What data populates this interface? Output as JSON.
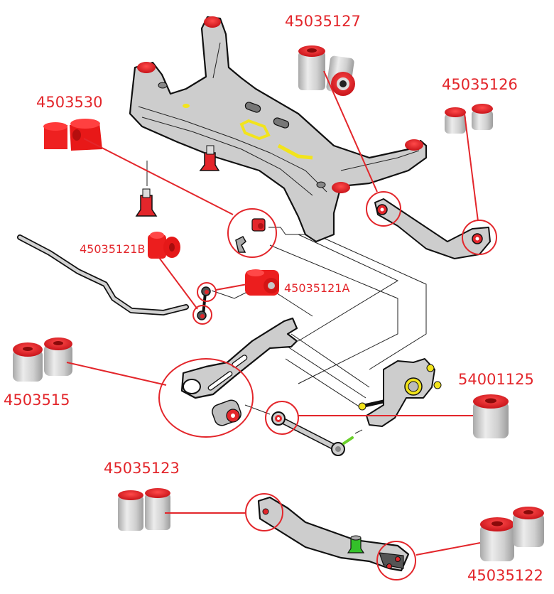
{
  "diagram": {
    "title": "",
    "accent_color": "#e3262b",
    "part_body_color": "#cfcfcf",
    "outline_color": "#111111",
    "highlight_colors": {
      "yellow": "#f2e41c",
      "green": "#34c02a",
      "bushing_red": "#e3262b",
      "metal_shell": "#c9c9c9"
    },
    "components": [
      {
        "id": "subframe",
        "name": "Rear subframe (crossmember)"
      },
      {
        "id": "upper-arm",
        "name": "Rear upper control arm"
      },
      {
        "id": "stabilizer-bar",
        "name": "Rear stabilizer (anti-roll) bar"
      },
      {
        "id": "stabilizer-link",
        "name": "Stabilizer link"
      },
      {
        "id": "trailing-arm",
        "name": "Trailing arm"
      },
      {
        "id": "toe-link",
        "name": "Toe control link"
      },
      {
        "id": "knuckle",
        "name": "Rear knuckle / hub carrier"
      },
      {
        "id": "lower-arm",
        "name": "Rear lower control arm"
      }
    ],
    "callouts": [
      {
        "part_number": "45035127",
        "points_to": "upper-arm inner bushing"
      },
      {
        "part_number": "45035126",
        "points_to": "upper-arm outer bushing"
      },
      {
        "part_number": "4503530",
        "points_to": "stabilizer bar mount bushing"
      },
      {
        "part_number": "45035121B",
        "points_to": "stabilizer link lower bushing"
      },
      {
        "part_number": "45035121A",
        "points_to": "stabilizer link upper bushing"
      },
      {
        "part_number": "4503515",
        "points_to": "trailing arm bushing"
      },
      {
        "part_number": "54001125",
        "points_to": "toe link bushing"
      },
      {
        "part_number": "45035123",
        "points_to": "lower arm inner bushing"
      },
      {
        "part_number": "45035122",
        "points_to": "lower arm outer bushing"
      }
    ]
  }
}
